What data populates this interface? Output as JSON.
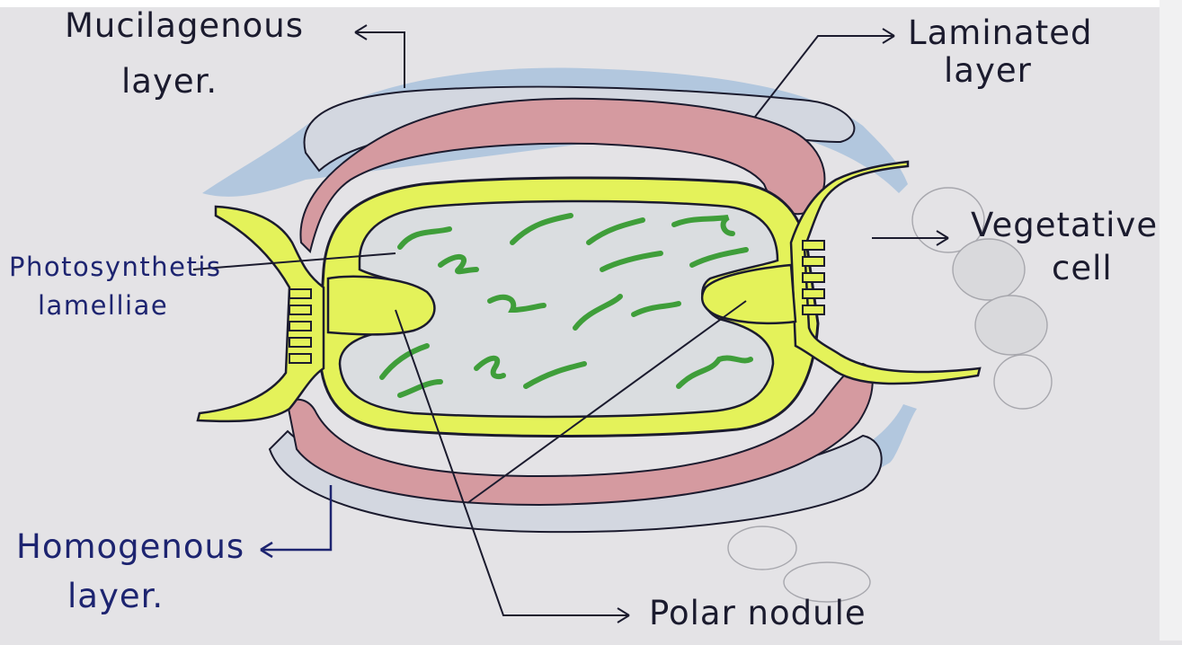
{
  "diagram": {
    "labels": {
      "mucilagenous_line1": "Mucilagenous",
      "mucilagenous_line2": "layer.",
      "laminated_line1": "Laminated",
      "laminated_line2": "layer",
      "vegetative_line1": "Vegetative",
      "vegetative_line2": "cell",
      "photosynthetic_line1": "Photosynthetis",
      "photosynthetic_line2": "lamelliae",
      "homogenous_line1": "Homogenous",
      "homogenous_line2": "layer.",
      "polar_nodule": "Polar nodule"
    },
    "colors": {
      "paper": "#e4e3e6",
      "mucilagenous_blue": "#a9c2dc",
      "laminated_red": "#d59aa0",
      "cell_wall_yellow": "#e4f25a",
      "cytoplasm": "#dadde0",
      "lamellae_green": "#3f9e3a",
      "ink": "#1b1b2e",
      "marker_blue": "#1d2470"
    }
  }
}
